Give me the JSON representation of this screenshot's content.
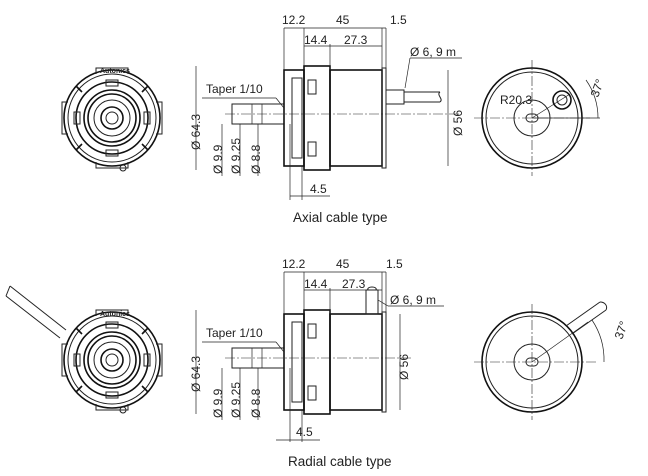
{
  "axial": {
    "caption": "Axial cable type",
    "dims": {
      "d_flange": "12.2",
      "d_body": "45",
      "d_cover": "1.5",
      "d_boss": "14.4",
      "d_housing": "27.3",
      "cable": "Ø 6, 9 m",
      "taper": "Taper 1/10",
      "dia_outer": "Ø 64.3",
      "dia_body": "Ø 56",
      "shaft1": "Ø 9.9",
      "shaft2": "Ø 9.25",
      "shaft3": "Ø 8.8",
      "d_shaft_step": "4.5",
      "radius": "R20.3",
      "angle": "37°"
    }
  },
  "radial": {
    "caption": "Radial cable type",
    "dims": {
      "d_flange": "12.2",
      "d_body": "45",
      "d_cover": "1.5",
      "d_boss": "14.4",
      "d_housing": "27.3",
      "cable": "Ø 6, 9 m",
      "taper": "Taper 1/10",
      "dia_outer": "Ø 64.3",
      "dia_body": "Ø 56",
      "shaft1": "Ø 9.9",
      "shaft2": "Ø 9.25",
      "shaft3": "Ø 8.8",
      "d_shaft_step": "4.5",
      "angle": "37°"
    }
  },
  "brand": "Autonics"
}
